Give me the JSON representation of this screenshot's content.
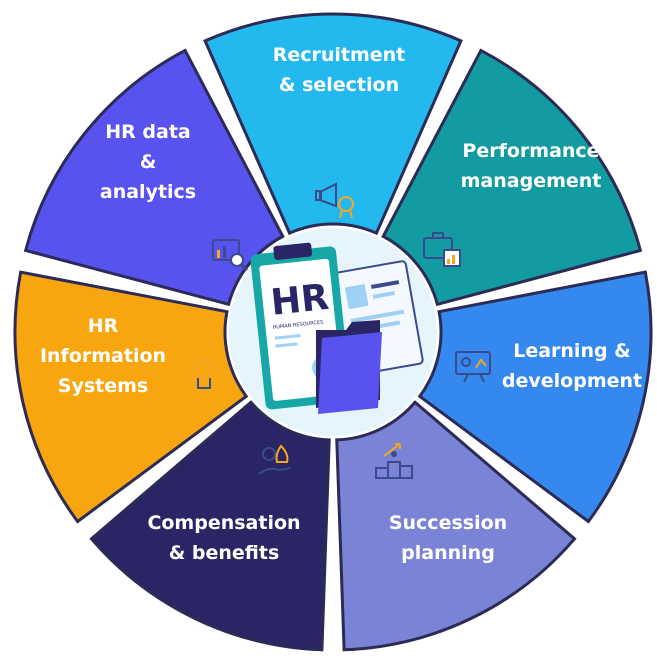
{
  "wheel": {
    "colors": {
      "outline": "#2b2b55",
      "ring": "#eaf7fb",
      "icon": "#3a4a8c",
      "icon_accent": "#f5a623"
    },
    "segments": [
      {
        "id": "recruitment",
        "lines": [
          "Recruitment",
          "& selection"
        ],
        "color": "#23b8ee",
        "icon": "megaphone-award-icon"
      },
      {
        "id": "performance",
        "lines": [
          "Performance",
          "management"
        ],
        "color": "#129ba1",
        "icon": "briefcase-chart-icon"
      },
      {
        "id": "learning",
        "lines": [
          "Learning &",
          "development"
        ],
        "color": "#3589ee",
        "icon": "presentation-board-icon"
      },
      {
        "id": "succession",
        "lines": [
          "Succession",
          "planning"
        ],
        "color": "#7a83d6",
        "icon": "people-podium-icon"
      },
      {
        "id": "compensation",
        "lines": [
          "Compensation",
          "& benefits"
        ],
        "color": "#2a2564",
        "icon": "money-bag-hand-icon"
      },
      {
        "id": "hris",
        "lines": [
          "HR",
          "Information",
          "Systems"
        ],
        "color": "#f7a60f",
        "icon": "circuit-hand-icon"
      },
      {
        "id": "analytics",
        "lines": [
          "HR data",
          "&",
          "analytics"
        ],
        "color": "#5852ee",
        "icon": "analytics-magnifier-icon"
      }
    ],
    "center": {
      "title": "HR",
      "subtitle": "HUMAN RESOURCES",
      "icon": "hr-clipboard-folder-illustration"
    }
  }
}
